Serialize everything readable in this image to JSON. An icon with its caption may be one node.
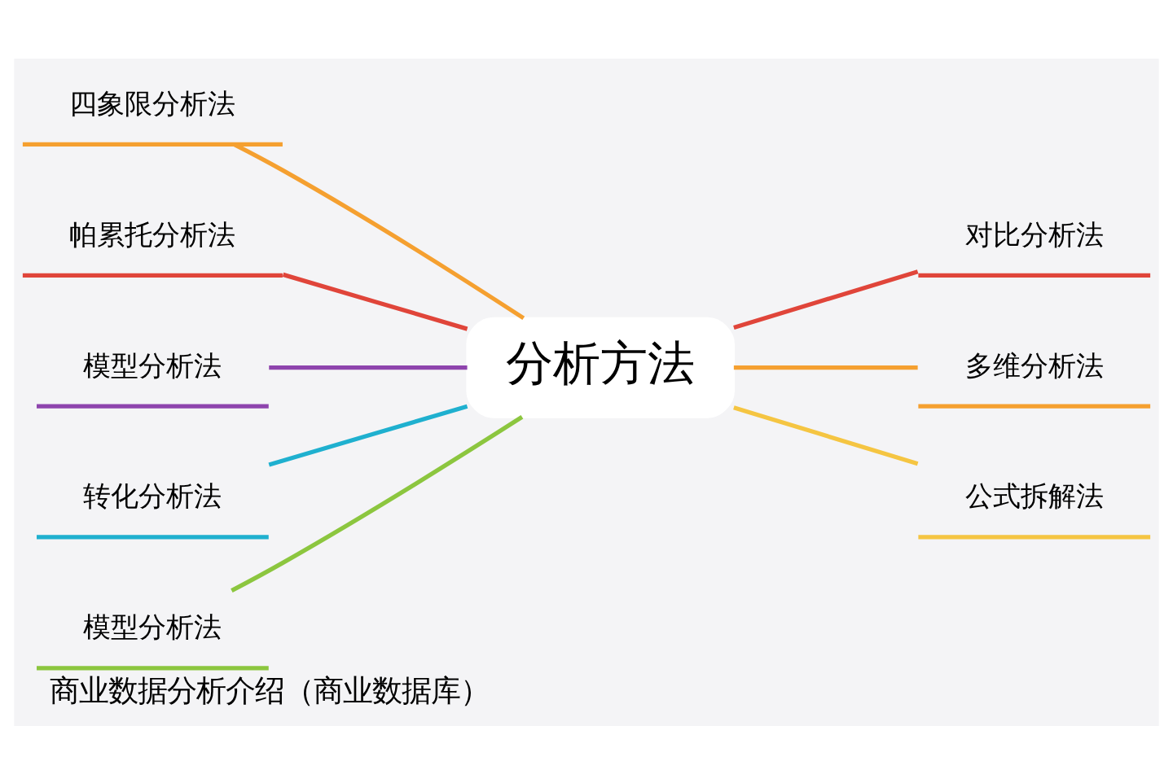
{
  "diagram": {
    "caption": "商业数据分析介绍（商业数据库）",
    "nodes": [
      {
        "text": [
          "分析方法"
        ]
      },
      {
        "text": [
          "四象限分析法"
        ]
      },
      {
        "text": [
          "帕累托分析法"
        ]
      },
      {
        "text": [
          "模型分析法"
        ]
      },
      {
        "text": [
          "转化分析法"
        ]
      },
      {
        "text": [
          "模型分析法"
        ]
      },
      {
        "text": [
          "对比分析法"
        ]
      },
      {
        "text": [
          "多维分析法"
        ]
      },
      {
        "text": [
          "公式拆解法"
        ]
      }
    ],
    "edges": [
      {
        "from": 1,
        "to": 0,
        "arrow": "none",
        "color": "#f5a030"
      },
      {
        "from": 2,
        "to": 0,
        "arrow": "none",
        "color": "#e0453a"
      },
      {
        "from": 3,
        "to": 0,
        "arrow": "none",
        "color": "#8e44ad"
      },
      {
        "from": 4,
        "to": 0,
        "arrow": "none",
        "color": "#1fb0cf"
      },
      {
        "from": 5,
        "to": 0,
        "arrow": "none",
        "color": "#8cc63f"
      },
      {
        "from": 0,
        "to": 6,
        "arrow": "none",
        "color": "#e0453a"
      },
      {
        "from": 0,
        "to": 7,
        "arrow": "none",
        "color": "#f5a030"
      },
      {
        "from": 0,
        "to": 8,
        "arrow": "none",
        "color": "#f5c542"
      }
    ]
  }
}
